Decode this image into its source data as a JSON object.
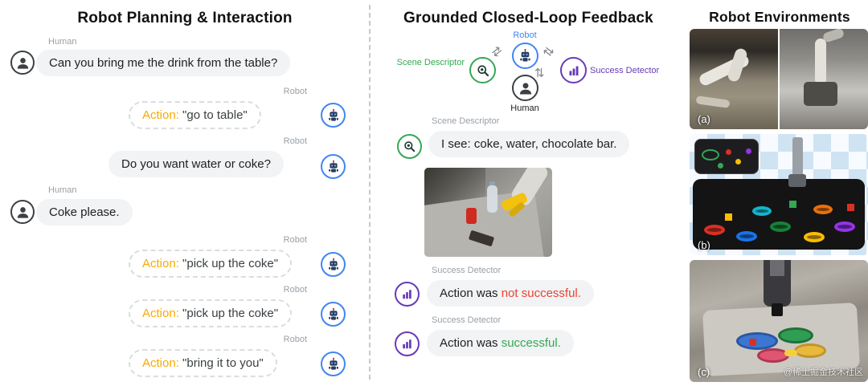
{
  "left": {
    "title": "Robot Planning & Interaction",
    "messages": [
      {
        "speaker": "Human",
        "type": "human",
        "text": "Can you bring me the drink from the table?"
      },
      {
        "speaker": "Robot",
        "type": "action",
        "action_prefix": "Action: ",
        "action_text": "\"go to table\""
      },
      {
        "speaker": "Robot",
        "type": "robot",
        "text": "Do you want water or coke?"
      },
      {
        "speaker": "Human",
        "type": "human",
        "text": "Coke please."
      },
      {
        "speaker": "Robot",
        "type": "action",
        "action_prefix": "Action: ",
        "action_text": "\"pick up the coke\""
      },
      {
        "speaker": "Robot",
        "type": "action",
        "action_prefix": "Action: ",
        "action_text": "\"pick up the coke\""
      },
      {
        "speaker": "Robot",
        "type": "action",
        "action_prefix": "Action: ",
        "action_text": "\"bring it to you\""
      }
    ]
  },
  "middle": {
    "title": "Grounded Closed-Loop Feedback",
    "diagram": {
      "robot": "Robot",
      "scene": "Scene Descriptor",
      "success": "Success Detector",
      "human": "Human"
    },
    "scene_feedback": {
      "label": "Scene Descriptor",
      "text": "I see: coke, water, chocolate bar."
    },
    "success_feedback_1": {
      "label": "Success Detector",
      "prefix": "Action was ",
      "status": "not successful."
    },
    "success_feedback_2": {
      "label": "Success Detector",
      "prefix": "Action was ",
      "status": "successful."
    }
  },
  "right": {
    "title": "Robot Environments",
    "environments": [
      {
        "label": "(a)"
      },
      {
        "label": "(b)"
      },
      {
        "label": "(c)"
      }
    ],
    "watermark": "@稀土掘金技术社区"
  },
  "colors": {
    "action_orange": "#F9AB00",
    "robot_blue": "#4285F4",
    "scene_green": "#34A853",
    "success_purple": "#673AB7",
    "error_red": "#EA4335",
    "bubble_gray": "#F1F3F4",
    "label_gray": "#9AA0A6"
  }
}
